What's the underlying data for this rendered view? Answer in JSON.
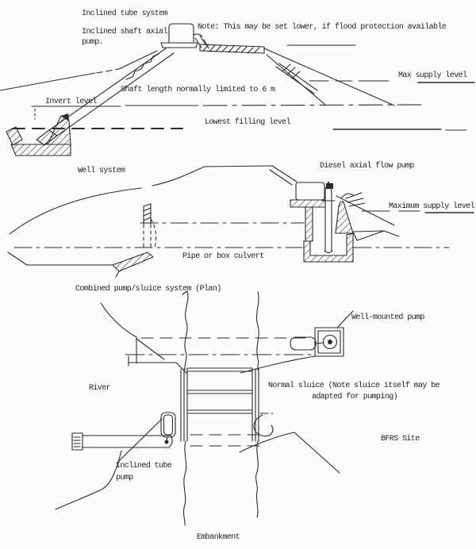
{
  "page": {
    "paper_color": "#fcfcfa",
    "ink_color": "#2b2b2b"
  },
  "diagram1": {
    "title": "Inclined tube system",
    "pump_label_1": "Inclined shaft axial",
    "pump_label_2": "pump.",
    "note": "Note: This may be set lower, if flood protection available",
    "max_supply_level": "Max supply level",
    "shaft_note": "Shaft length normally limited to 6 m",
    "invert_level": "Invert level",
    "lowest_filling_level": "Lowest filling level"
  },
  "diagram2": {
    "title": "Well system",
    "pump_label": "Diesel axial flow pump",
    "max_supply_level": "Maximum supply level",
    "culvert_label": "Pipe or box culvert"
  },
  "diagram3": {
    "title": "Combined pump/sluice system (Plan)",
    "well_pump_label": "Well-mounted pump",
    "river_label": "River",
    "sluice_note_1": "Normal sluice (Note sluice itself may be",
    "sluice_note_2": "adapted for pumping)",
    "site_label": "BFRS Site",
    "inclined_pump_label_1": "Inclined tube",
    "inclined_pump_label_2": "pump",
    "embankment_label": "Embankment"
  }
}
